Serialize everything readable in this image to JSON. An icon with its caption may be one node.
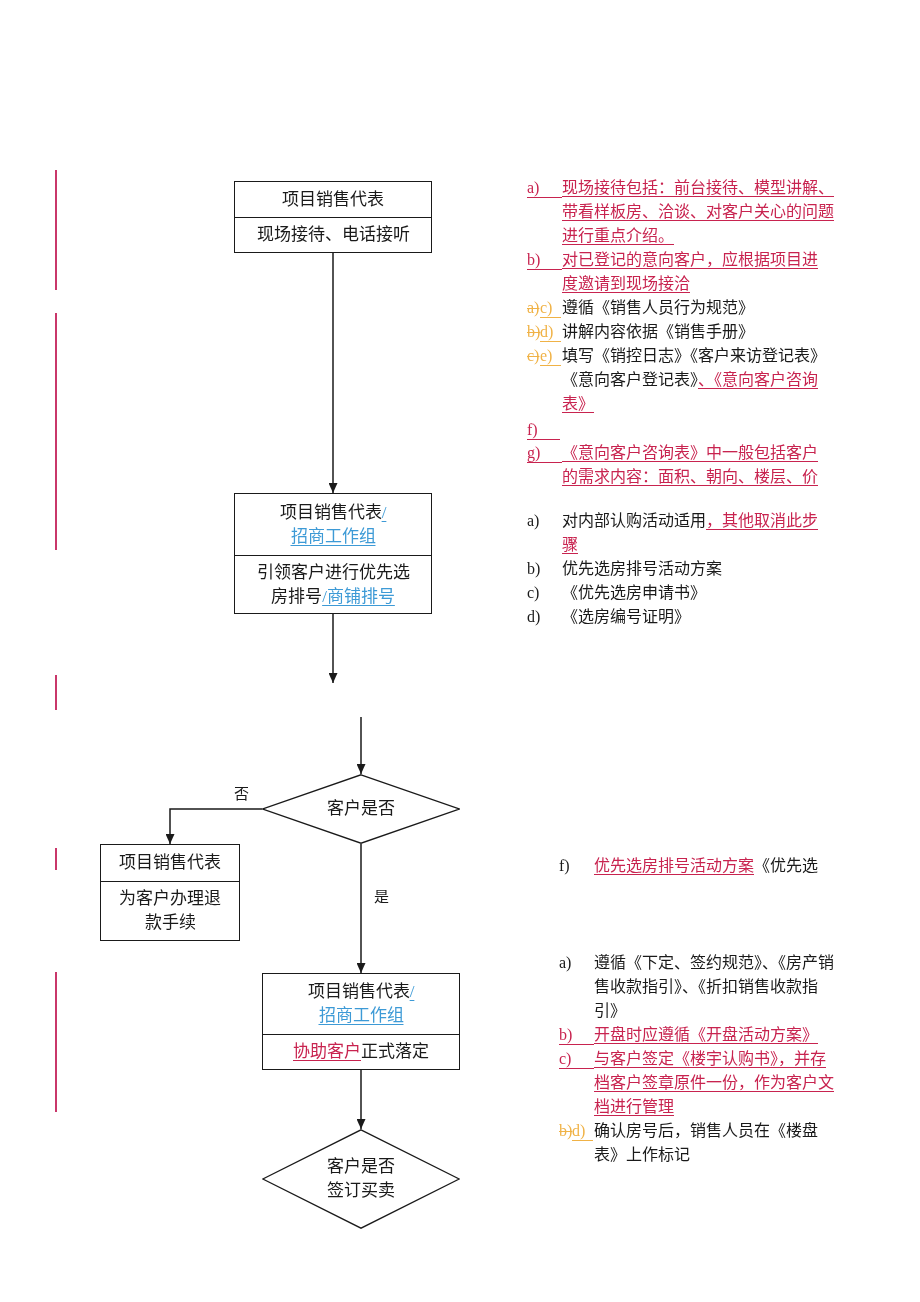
{
  "diagram": {
    "nodes": [
      {
        "text": [
          "项目销售代表",
          "现场接待、电话接听"
        ]
      },
      {
        "text": [
          "项目销售代表/招商工作组",
          "引领客户进行优先选房排号/商铺排号"
        ]
      },
      {
        "text": [
          "客户是否"
        ]
      },
      {
        "text": [
          "项目销售代表",
          "为客户办理退款手续"
        ]
      },
      {
        "text": [
          "项目销售代表/招商工作组",
          "协助客户正式落定"
        ]
      },
      {
        "text": [
          "客户是否签订买卖"
        ]
      }
    ],
    "edges": [
      {
        "from": 0,
        "to": 1,
        "arrow": "to"
      },
      {
        "from": 1,
        "to": null,
        "arrow": "to"
      },
      {
        "from": null,
        "to": 2,
        "arrow": "to"
      },
      {
        "from": 2,
        "to": 3,
        "arrow": "to",
        "label": "否"
      },
      {
        "from": 2,
        "to": 4,
        "arrow": "to",
        "label": "是"
      },
      {
        "from": 4,
        "to": 5,
        "arrow": "to"
      }
    ],
    "labels": [
      "a)",
      "现场接待包括：前台接待、模型讲解、带看样板房、洽谈、对客户关心的问题进行重点介绍。",
      "b)",
      "对已登记的意向客户，应根据项目进度邀请到现场接洽",
      "a)",
      "c)",
      "遵循《销售人员行为规范》",
      "b)",
      "d)",
      "讲解内容依据《销售手册》",
      "c)",
      "e)",
      "填写《销控日志》《客户来访登记表》《意向客户登记表》、《意向客户咨询表》",
      "f)",
      "g)",
      "《意向客户咨询表》中一般包括客户的需求内容：面积、朝向、楼层、价",
      "a)",
      "对内部认购活动适用，其他取消此步骤",
      "b)",
      "优先选房排号活动方案",
      "c)",
      "《优先选房申请书》",
      "d)",
      "《选房编号证明》",
      "f)",
      "优先选房排号活动方案《优先选",
      "a)",
      "遵循《下定、签约规范》、《房产销售收款指引》、《折扣销售收款指引》",
      "b)",
      "开盘时应遵循《开盘活动方案》",
      "c)",
      "与客户签定《楼宇认购书》，并存档客户签章原件一份，作为客户文档进行管理",
      "b)",
      "d)",
      "确认房号后，销售人员在《楼盘表》上作标记"
    ]
  }
}
